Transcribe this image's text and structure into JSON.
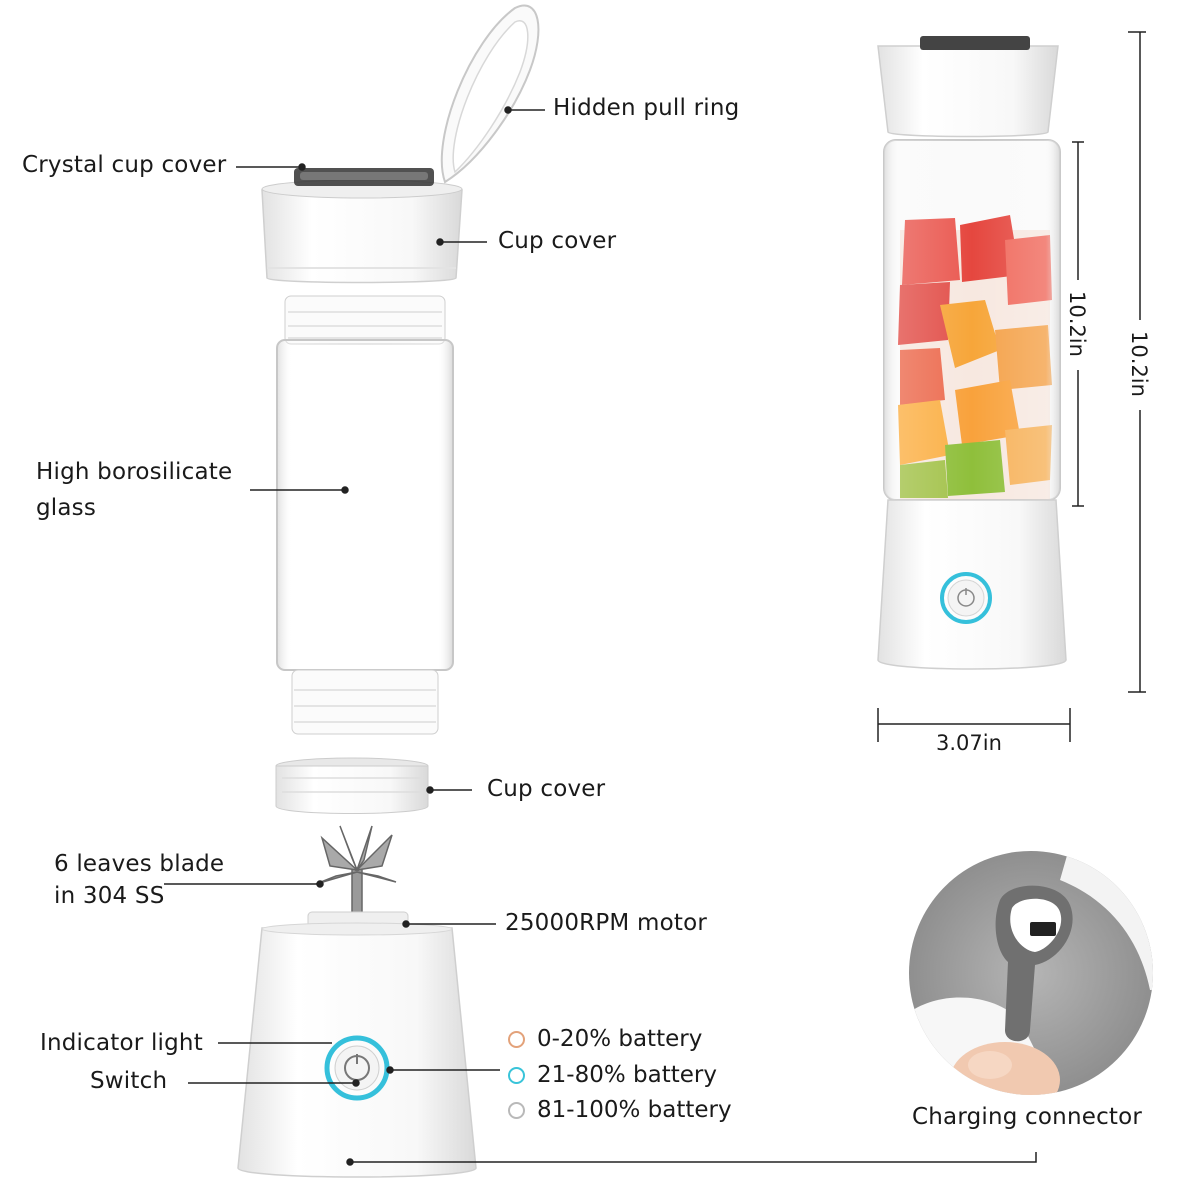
{
  "labels": {
    "hidden_pull_ring": "Hidden pull ring",
    "crystal_cup_cover": "Crystal cup cover",
    "cup_cover_top": "Cup cover",
    "glass_line1": "High borosilicate",
    "glass_line2": "glass",
    "cup_cover_bottom": "Cup cover",
    "blade_line1": "6 leaves blade",
    "blade_line2": "in 304 SS",
    "motor": "25000RPM motor",
    "indicator_light": "Indicator light",
    "switch": "Switch",
    "charging_connector": "Charging connector"
  },
  "battery": [
    {
      "text": "0-20% battery",
      "color": "#e3a27a"
    },
    {
      "text": "21-80% battery",
      "color": "#39c4d9"
    },
    {
      "text": "81-100% battery",
      "color": "#b9b9b9"
    }
  ],
  "dimensions": {
    "glass_height": "10.2in",
    "total_height": "10.2in",
    "width": "3.07in"
  },
  "colors": {
    "indicator_glow": "#35c0db",
    "plastic": "#f6f6f6",
    "plastic_shade": "#dcdcdc",
    "charger_bg": "#9a9a9a"
  }
}
